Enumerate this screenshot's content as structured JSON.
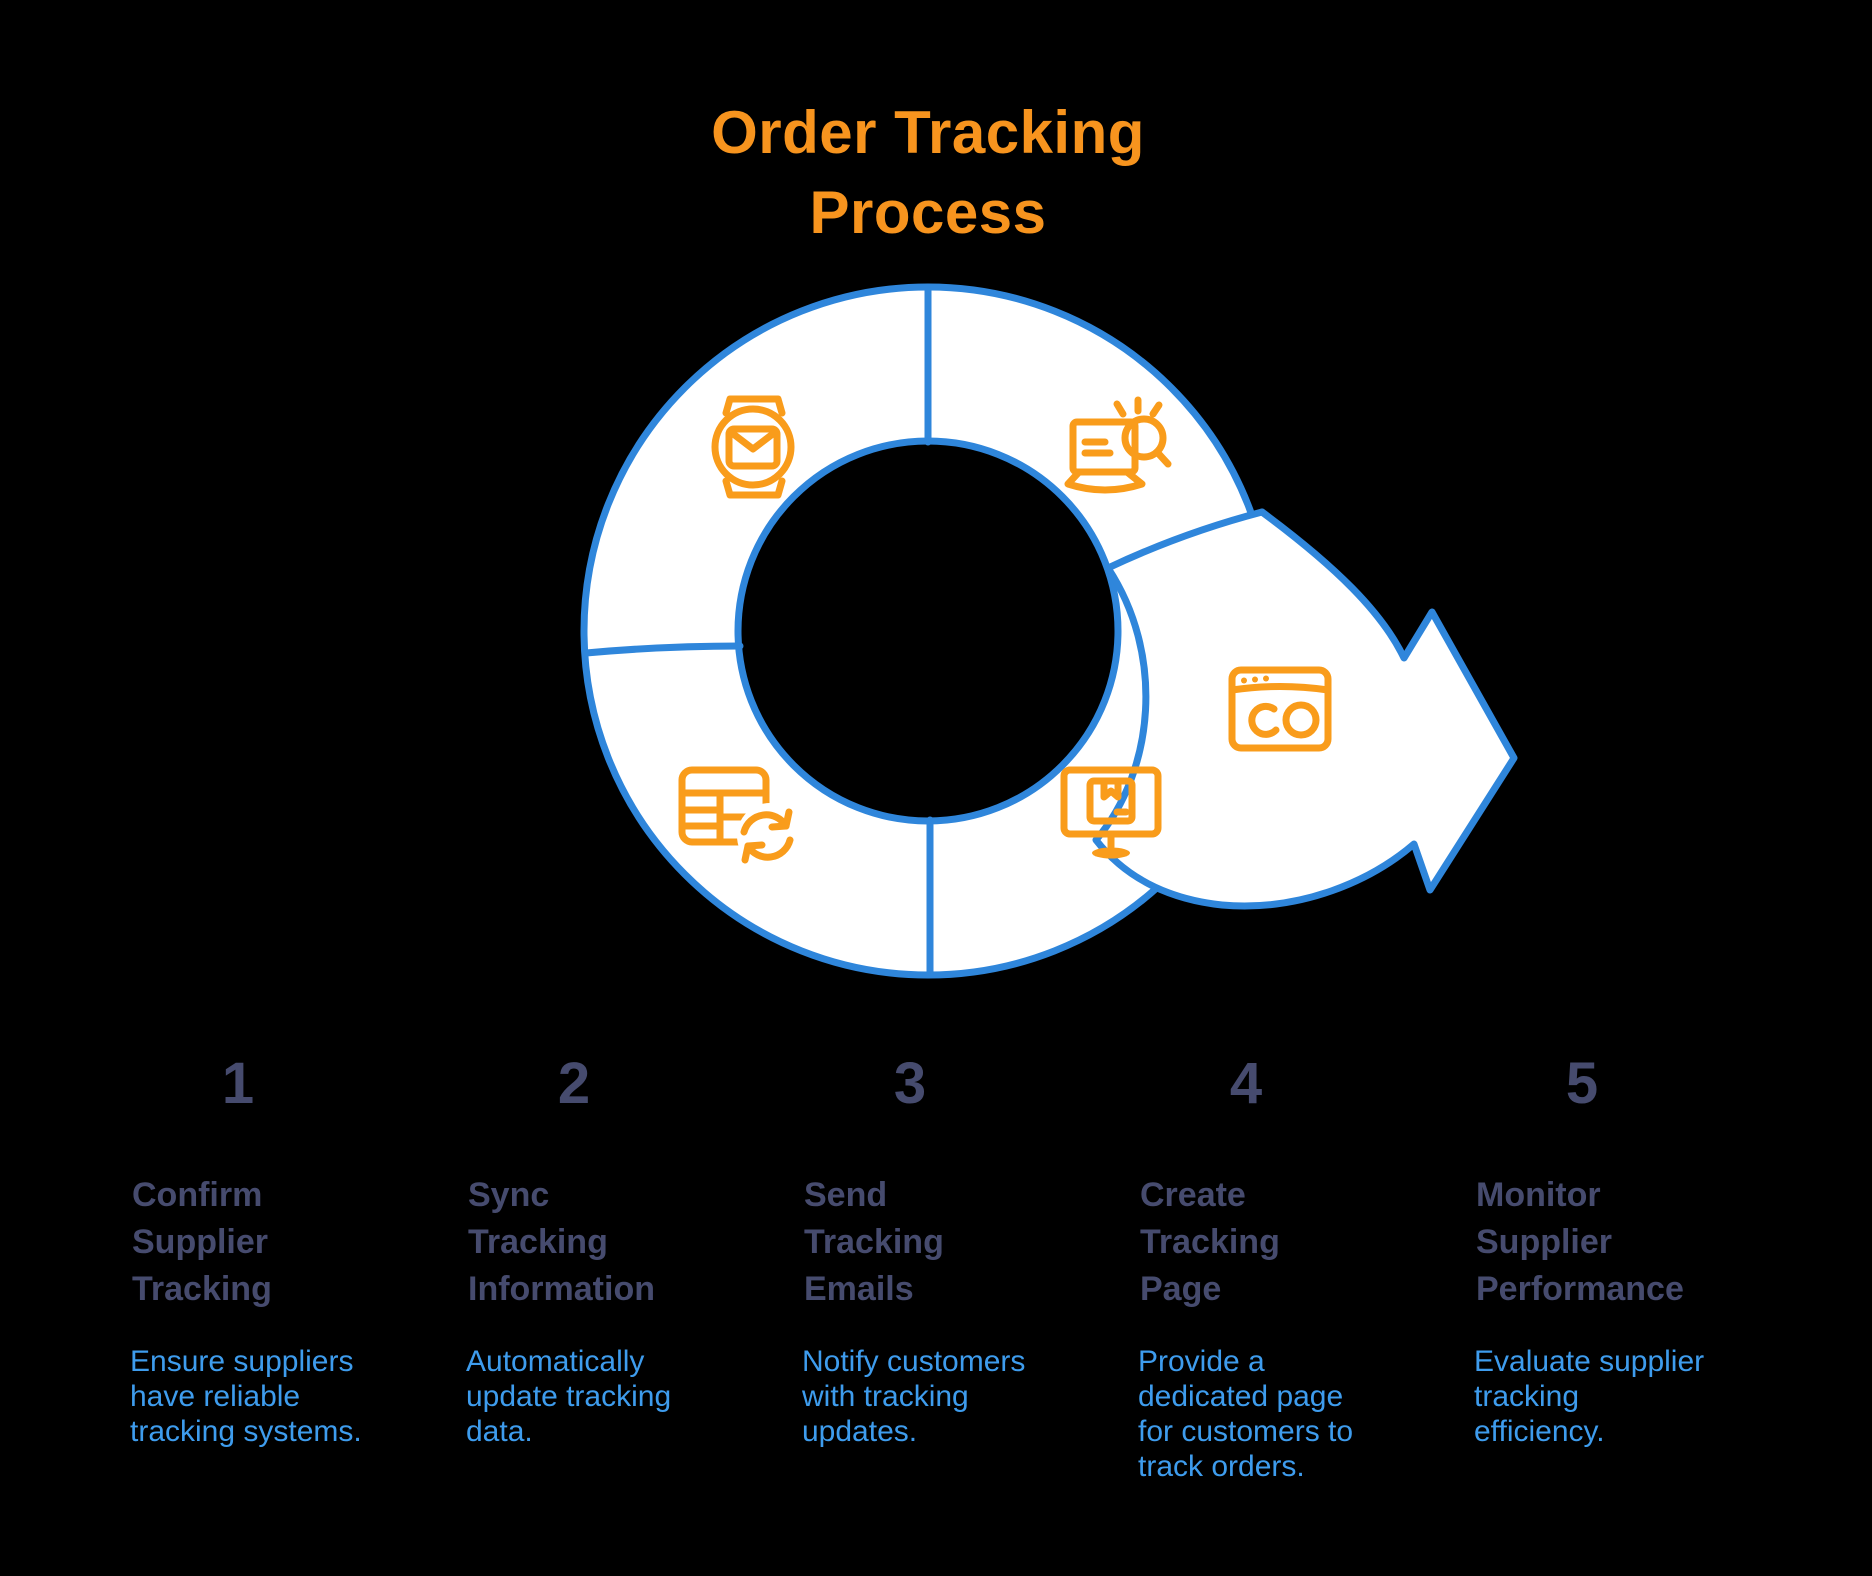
{
  "title": {
    "text": "Order Tracking Process",
    "lines": [
      "Order Tracking",
      "Process"
    ]
  },
  "colors": {
    "title_orange": "#F7941E",
    "icon_orange": "#F99C1B",
    "diagram_blue": "#2F86DB",
    "diagram_fill": "#FFFFFF",
    "step_heading": "#464B6E",
    "step_description": "#3E9CED",
    "background": "#000000"
  },
  "diagram": {
    "type": "cycle-with-arrow",
    "segments": 5,
    "icons": [
      {
        "name": "smartwatch-email-icon",
        "segment": 1
      },
      {
        "name": "laptop-search-icon",
        "segment": 2
      },
      {
        "name": "table-sync-icon",
        "segment": 3
      },
      {
        "name": "monitor-package-icon",
        "segment": 4
      },
      {
        "name": "browser-tracking-icon",
        "segment": 5
      }
    ]
  },
  "steps": [
    {
      "number": "1",
      "title": "Confirm Supplier Tracking",
      "title_lines": [
        "Confirm",
        "Supplier",
        "Tracking"
      ],
      "description": "Ensure suppliers have reliable tracking systems.",
      "description_lines": [
        "Ensure suppliers",
        "have reliable",
        "tracking systems."
      ]
    },
    {
      "number": "2",
      "title": "Sync Tracking Information",
      "title_lines": [
        "Sync",
        "Tracking",
        "Information"
      ],
      "description": "Automatically update tracking data.",
      "description_lines": [
        "Automatically",
        "update tracking",
        "data."
      ]
    },
    {
      "number": "3",
      "title": "Send Tracking Emails",
      "title_lines": [
        "Send",
        "Tracking",
        "Emails"
      ],
      "description": "Notify customers with tracking updates.",
      "description_lines": [
        "Notify customers",
        "with tracking",
        "updates."
      ]
    },
    {
      "number": "4",
      "title": "Create Tracking Page",
      "title_lines": [
        "Create",
        "Tracking",
        "Page"
      ],
      "description": "Provide a dedicated page for customers to track orders.",
      "description_lines": [
        "Provide a",
        "dedicated page",
        "for customers to",
        "track orders."
      ]
    },
    {
      "number": "5",
      "title": "Monitor Supplier Performance",
      "title_lines": [
        "Monitor",
        "Supplier",
        "Performance"
      ],
      "description": "Evaluate supplier tracking efficiency.",
      "description_lines": [
        "Evaluate supplier",
        "tracking",
        "efficiency."
      ]
    }
  ]
}
